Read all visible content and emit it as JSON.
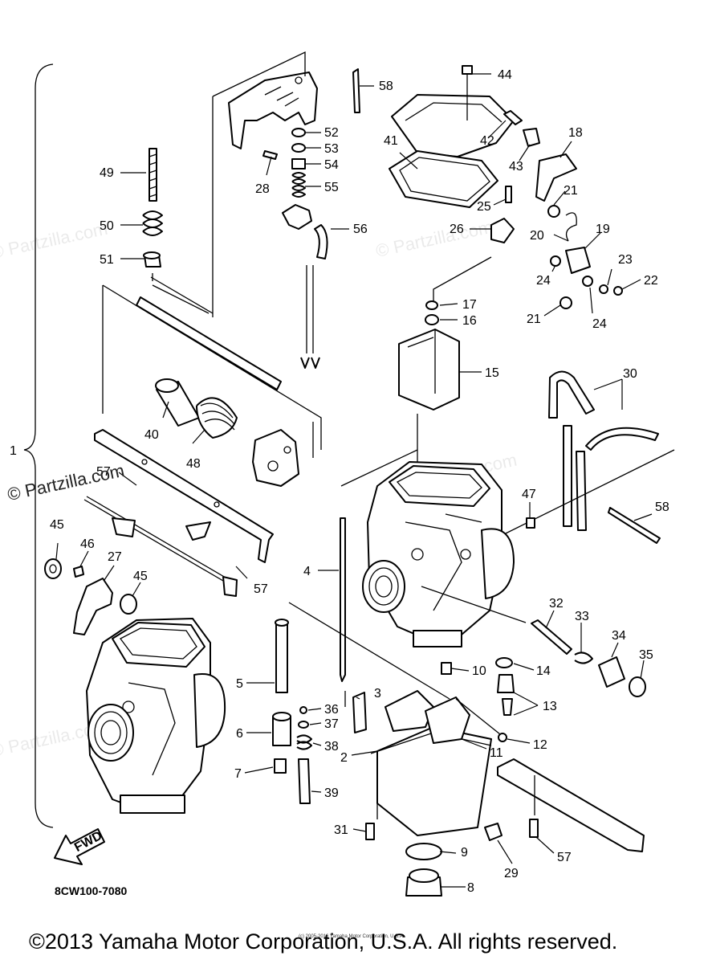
{
  "diagram": {
    "diagram_code": "8CW100-7080",
    "watermark": "© Partzilla.com",
    "fine_print": "(c) 2005-2016 Yamaha Motor Corporation, U.S.A.",
    "copyright": "©2013 Yamaha Motor Corporation, U.S.A. All rights reserved.",
    "fwd_label": "FWD",
    "callouts": [
      "1",
      "2",
      "3",
      "4",
      "5",
      "6",
      "7",
      "8",
      "9",
      "10",
      "11",
      "12",
      "13",
      "14",
      "15",
      "16",
      "17",
      "18",
      "19",
      "20",
      "21",
      "21",
      "22",
      "23",
      "24",
      "24",
      "25",
      "26",
      "27",
      "28",
      "29",
      "30",
      "31",
      "32",
      "33",
      "34",
      "35",
      "36",
      "37",
      "38",
      "39",
      "40",
      "41",
      "42",
      "43",
      "44",
      "45",
      "45",
      "46",
      "47",
      "48",
      "49",
      "50",
      "51",
      "52",
      "53",
      "54",
      "55",
      "56",
      "57",
      "57",
      "57",
      "58",
      "58"
    ]
  }
}
